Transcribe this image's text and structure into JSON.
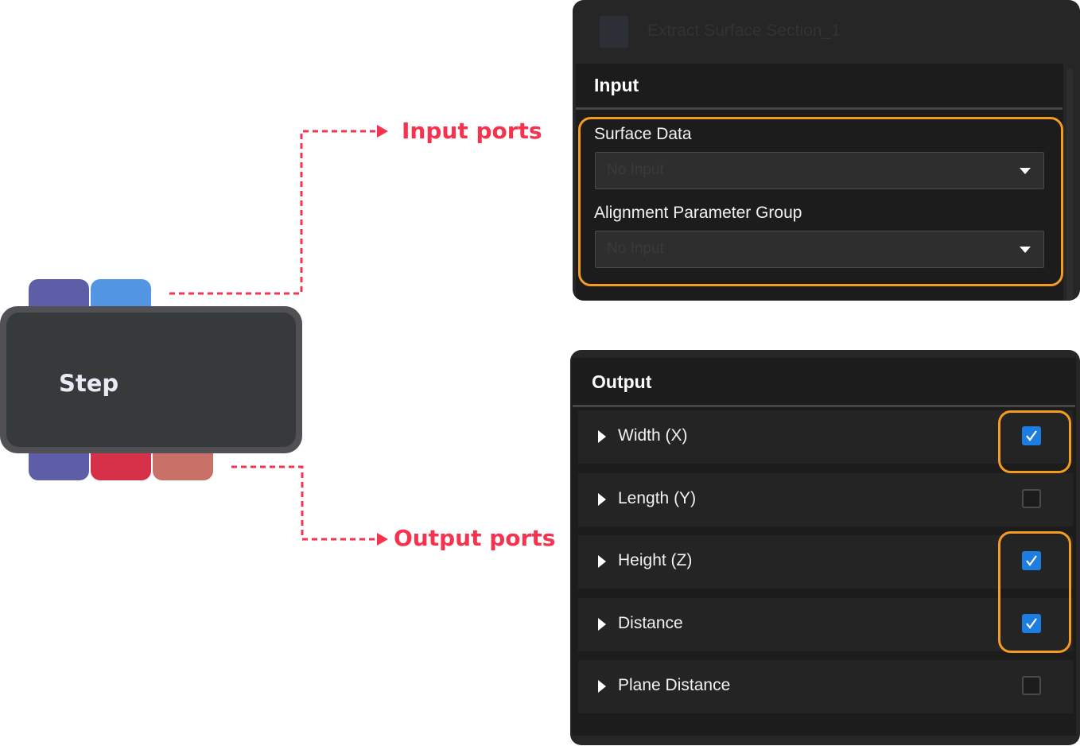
{
  "step_block": {
    "label": "Step",
    "input_port_colors": [
      "#5e5ea8",
      "#5295e2"
    ],
    "output_port_colors": [
      "#5e5ea8",
      "#d73049",
      "#c97168"
    ]
  },
  "callouts": {
    "input_label": "Input ports",
    "output_label": "Output ports",
    "color": "#f5334f"
  },
  "input_panel": {
    "title": "Extract Surface Section_1",
    "section_title": "Input",
    "fields": [
      {
        "label": "Surface Data",
        "placeholder": "No Input"
      },
      {
        "label": "Alignment Parameter Group",
        "placeholder": "No Input"
      }
    ]
  },
  "output_panel": {
    "section_title": "Output",
    "items": [
      {
        "label": "Width (X)",
        "checked": true
      },
      {
        "label": "Length (Y)",
        "checked": false
      },
      {
        "label": "Height (Z)",
        "checked": true
      },
      {
        "label": "Distance",
        "checked": true
      },
      {
        "label": "Plane Distance",
        "checked": false
      }
    ]
  },
  "highlight_color": "#f39c1f",
  "checkbox_color": "#1e7de0"
}
